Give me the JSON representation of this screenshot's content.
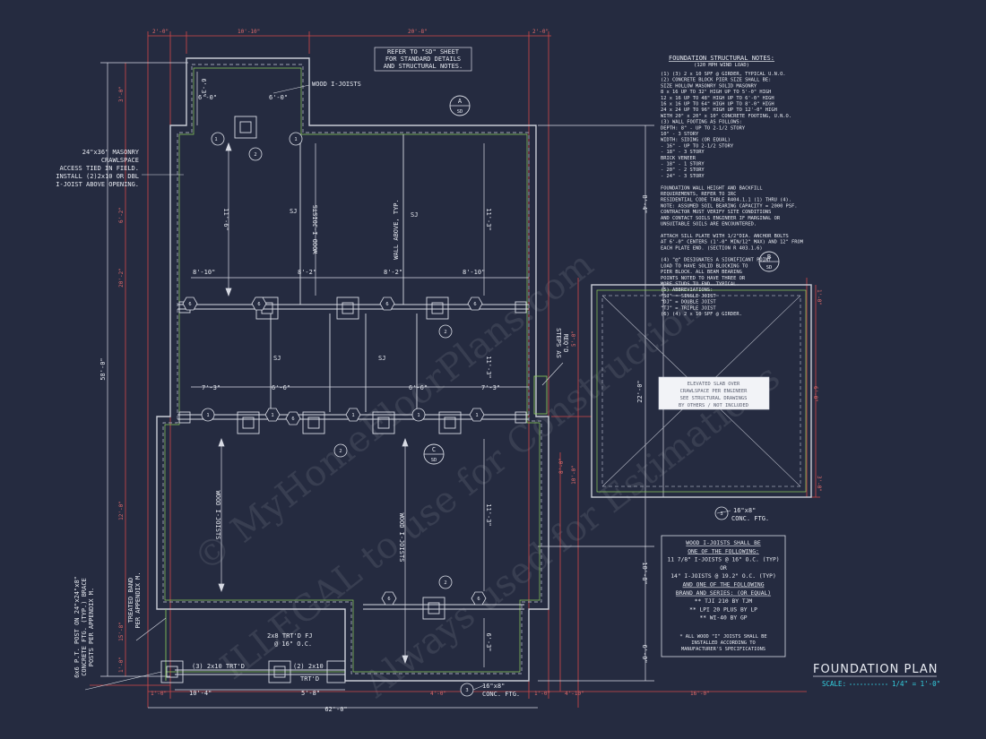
{
  "title": {
    "text": "FOUNDATION PLAN",
    "scale_label": "SCALE:",
    "scale_value": "1/4\" = 1'-0\""
  },
  "callouts": {
    "refer": [
      "REFER TO \"SD\" SHEET",
      "FOR STANDARD DETAILS",
      "AND STRUCTURAL NOTES."
    ],
    "wood_ijoists": "WOOD I-JOISTS",
    "masonry": [
      "24\"x36\" MASONRY",
      "CRAWLSPACE",
      "ACCESS TIED IN FIELD.",
      "INSTALL (2)2x10 OR DBL",
      "I-JOIST ABOVE OPENING."
    ],
    "steps": [
      "STEPS AS",
      "REQ'D"
    ],
    "ftg_right": [
      "16\"x8\"",
      "CONC. FTG."
    ],
    "ftg_bottom": [
      "16\"x8\"",
      "CONC. FTG."
    ],
    "treated_band": [
      "TREATED BAND",
      "PER APPENDIX M."
    ],
    "posts": [
      "6x6 P.T. POST ON 24\"x24\"x8\"",
      "CONCRETE FTG. (TYP.) BRACE",
      "POSTS PER APPENDIX M."
    ],
    "fj": [
      "2x8 TRT'D FJ",
      "@ 16\" O.C."
    ],
    "beam1": "(3) 2x10 TRT'D",
    "beam2": "(2) 2x10",
    "trtd": "TRT'D"
  },
  "section_tags": [
    {
      "letter": "A",
      "sheet": "SD"
    },
    {
      "letter": "B",
      "sheet": "SD"
    },
    {
      "letter": "C",
      "sheet": "SD"
    }
  ],
  "notes": {
    "heading": "FOUNDATION STRUCTURAL NOTES:",
    "sub": "(120 MPH WIND LOAD)",
    "lines": [
      "(1) (3) 2 x 10 SPF @ GIRDER, TYPICAL U.N.O.",
      "(2) CONCRETE BLOCK PIER SIZE SHALL BE:",
      "     SIZE     HOLLOW MASONRY      SOLID MASONRY",
      "     8 x 16       UP TO 32\" HIGH       UP TO 5'-0\" HIGH",
      "     12 x 16      UP TO 48\" HIGH       UP TO 6'-0\" HIGH",
      "     16 x 16      UP TO 64\" HIGH       UP TO 8'-0\" HIGH",
      "     24 x 24      UP TO 96\" HIGH       UP TO 12'-0\" HIGH",
      "     WITH 20\" x 20\" x 10\" CONCRETE FOOTING, U.N.O.",
      "(3) WALL FOOTING AS FOLLOWS:",
      "     DEPTH:  8\" - UP TO 2-1/2 STORY",
      "             10\" - 3 STORY",
      "     WIDTH:  SIDING (OR EQUAL)",
      "             - 16\" - UP TO 2-1/2 STORY",
      "             - 18\" - 3 STORY",
      "          BRICK VENEER",
      "             - 18\" - 1 STORY",
      "             - 20\" - 2 STORY",
      "             - 24\" - 3 STORY",
      "",
      "     FOUNDATION WALL HEIGHT AND BACKFILL",
      "     REQUIREMENTS, REFER TO IRC",
      "     RESIDENTIAL CODE TABLE R404.1.1 (1) THRU (4).",
      "     NOTE: ASSUMED SOIL BEARING CAPACITY = 2000 PSF.",
      "     CONTRACTOR MUST VERIFY SITE CONDITIONS",
      "     AND CONTACT SOILS ENGINEER IF MARGINAL OR",
      "     UNSUITABLE SOILS ARE ENCOUNTERED.",
      "",
      "     ATTACH SILL PLATE WITH 1/2\"DIA. ANCHOR BOLTS",
      "     AT 6'-0\" CENTERS (1'-0\" MIN/12\" MAX) AND 12\" FROM",
      "     EACH PLATE END. (SECTION R 403.1.6)",
      "",
      "(4) \"@\" DESIGNATES A SIGNIFICANT POINT",
      "     LOAD TO HAVE SOLID BLOCKING TO",
      "     PIER BLOCK. ALL BEAM BEARING",
      "     POINTS NOTED TO HAVE THREE OR",
      "     MORE STUDS TO FND. TYPICAL.",
      "(5) ABBREVIATIONS:",
      "     \"SJ\" = SINGLE JOIST",
      "     \"DJ\" = DOUBLE JOIST",
      "     \"TJ\" = TRIPLE JOIST",
      "(6) (4) 2 x 10 SPF @ GIRDER."
    ]
  },
  "joist_box": {
    "lines": [
      {
        "text": "WOOD I-JOISTS SHALL BE",
        "u": true
      },
      {
        "text": "ONE OF THE FOLLOWING:",
        "u": true
      },
      {
        "text": "11 7/8\" I-JOISTS @ 16\" O.C. (TYP)",
        "u": false
      },
      {
        "text": "OR",
        "u": false
      },
      {
        "text": "14\" I-JOISTS @ 19.2\" O.C. (TYP)",
        "u": false
      },
      {
        "text": "AND ONE OF THE FOLLOWING",
        "u": true
      },
      {
        "text": "BRAND AND SERIES: (OR EQUAL)",
        "u": true
      },
      {
        "text": "** TJI 210 BY TJM",
        "u": false
      },
      {
        "text": "** LPI 20 PLUS BY LP",
        "u": false
      },
      {
        "text": "** WI-40 BY GP",
        "u": false
      }
    ],
    "footer": [
      "* ALL WOOD \"I\" JOISTS SHALL BE",
      "INSTALLED ACCORDING TO",
      "MANUFACTURER'S SPECIFICATIONS"
    ]
  },
  "garage_note": [
    "ELEVATED SLAB OVER",
    "CRAWLSPACE PER ENGINEER",
    "SEE STRUCTURAL DRAWINGS",
    "BY OTHERS / NOT INCLUDED"
  ],
  "dims": {
    "overall_bottom": "62'-0\"",
    "overall_left": "58'-0\"",
    "garage_height": "22'-0\"",
    "bottom_segments": [
      "10'-4\"",
      "5'-8\""
    ],
    "left_segments": [
      "3'-0\"",
      "6'-2\"",
      "20'-2\"",
      "12'-0\"",
      "15'-8\"",
      "1'-0\""
    ],
    "right_segments": [
      "8'-4\"",
      "10'-8\"",
      "5'-0\"",
      "8'-0\"",
      "6'-0\"",
      "6'-0\""
    ],
    "top_segments": [
      "2'-0\"",
      "10'-10\"",
      "20'-8\"",
      "2'-0\""
    ],
    "wing_dims": [
      "6'-0\"",
      "6'-3\"",
      "6'-0\""
    ],
    "spans_upper": [
      "8'-10\"",
      "8'-2\"",
      "8'-2\"",
      "8'-10\""
    ],
    "spans_mid": [
      "7'-3\"",
      "6'-6\"",
      "6'-6\"",
      "7'-3\""
    ],
    "vertical_spans": [
      "11'-6\"",
      "11'-3\"",
      "11'-3\"",
      "11'-3\"",
      "6'-3\""
    ],
    "joist_labels": [
      "WOOD I-JOISTS",
      "WALL ABOVE, TYP.",
      "SJ",
      "SJ",
      "SJ",
      "SJ"
    ],
    "red_small": [
      "1'-0\"",
      "1'-0\"",
      "3'-0\"",
      "5'-0\"",
      "4'-0\"",
      "8'-0\"",
      "4'-10\"",
      "10'-0\"",
      "16'-0\"",
      "1'-0\"",
      "2'-8\"",
      "4'-0\"",
      "6'-0\""
    ]
  },
  "watermark": [
    "© MyHomeFloorPlans.com",
    "ILLEGAL to use for Construction",
    "Always used for Estimations"
  ]
}
